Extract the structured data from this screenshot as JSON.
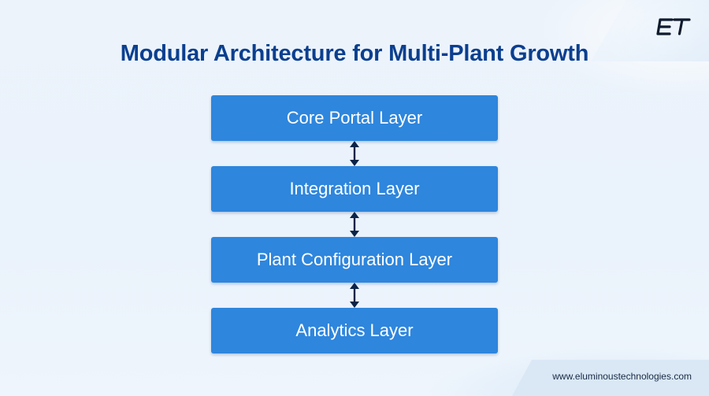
{
  "logo_text": "ET",
  "title": "Modular Architecture for Multi-Plant Growth",
  "layers": [
    {
      "label": "Core Portal Layer"
    },
    {
      "label": "Integration Layer"
    },
    {
      "label": "Plant Configuration Layer"
    },
    {
      "label": "Analytics Layer"
    }
  ],
  "website": "www.eluminoustechnologies.com",
  "colors": {
    "title": "#0b3f8f",
    "layer_fill": "#2e86dd",
    "layer_text": "#ffffff",
    "arrow": "#0b2447",
    "background": "#ecf3fb"
  },
  "icons": {
    "connector": "double-headed-vertical-arrow-icon",
    "logo": "et-logo-icon"
  }
}
